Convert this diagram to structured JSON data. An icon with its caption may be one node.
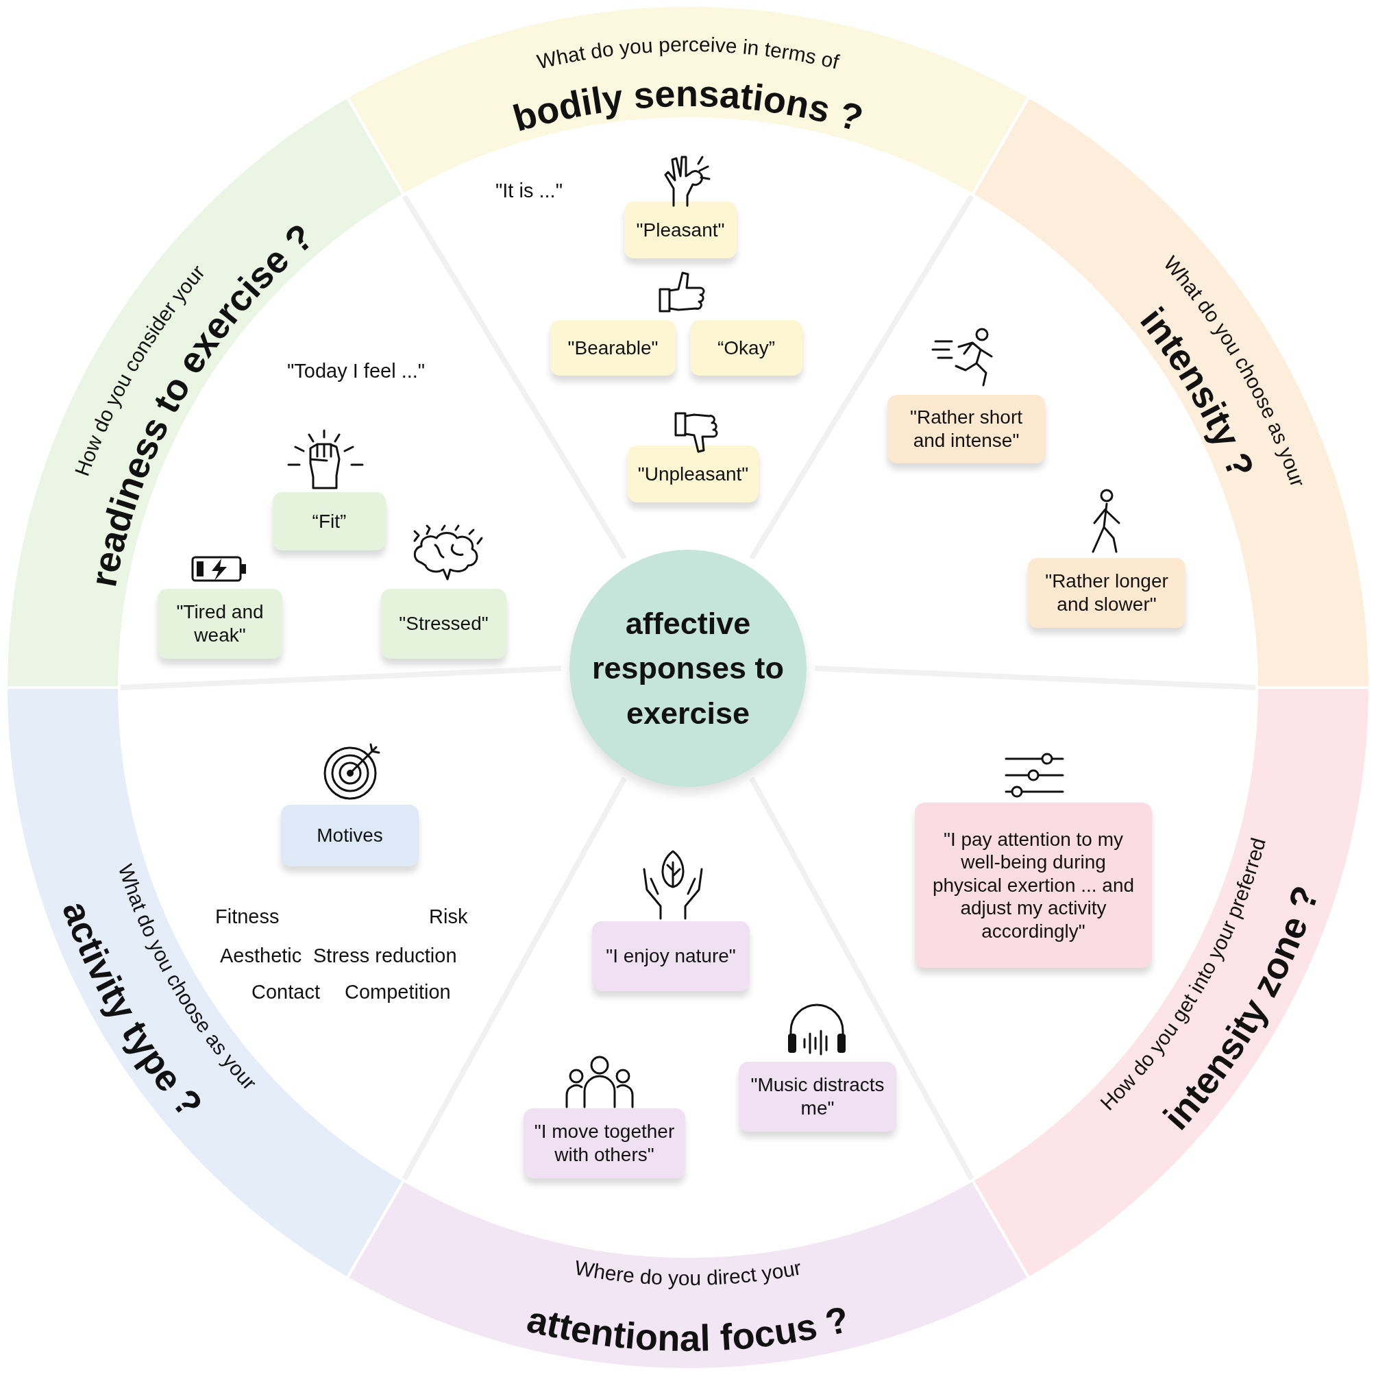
{
  "diagram": {
    "nodes": [
      {
        "text": [
          "What do you perceive in terms of",
          "bodily sensations ?"
        ]
      },
      {
        "text": [
          "What do you choose as your",
          "intensity ?"
        ]
      },
      {
        "text": [
          "How do you get into your preferred",
          "intensity zone ?"
        ]
      },
      {
        "text": [
          "Where do you direct your",
          "attentional focus ?"
        ]
      },
      {
        "text": [
          "What do you choose as your",
          "activity type ?"
        ]
      },
      {
        "text": [
          "How do you consider your",
          "readiness to exercise ?"
        ]
      },
      {
        "text": [
          "affective responses to exercise"
        ]
      },
      {
        "text": [
          "\"Pleasant\""
        ]
      },
      {
        "text": [
          "\"Bearable\""
        ]
      },
      {
        "text": [
          "“Okay”"
        ]
      },
      {
        "text": [
          "\"Unpleasant\""
        ]
      },
      {
        "text": [
          "\"Rather short and intense\""
        ]
      },
      {
        "text": [
          "\"Rather longer and slower\""
        ]
      },
      {
        "text": [
          "\"I pay attention to my well-being during physical exertion ... and adjust my activity accordingly\""
        ]
      },
      {
        "text": [
          "\"I enjoy nature\""
        ]
      },
      {
        "text": [
          "\"Music distracts me\""
        ]
      },
      {
        "text": [
          "\"I move together with others\""
        ]
      },
      {
        "text": [
          "Motives"
        ]
      },
      {
        "text": [
          "“Fit”"
        ]
      },
      {
        "text": [
          "\"Tired and weak\""
        ]
      },
      {
        "text": [
          "\"Stressed\""
        ]
      }
    ],
    "labels": [
      "\"It is ...\"",
      "\"Today I feel ...\"",
      "Fitness",
      "Risk",
      "Aesthetic",
      "Stress reduction",
      "Contact",
      "Competition"
    ]
  }
}
